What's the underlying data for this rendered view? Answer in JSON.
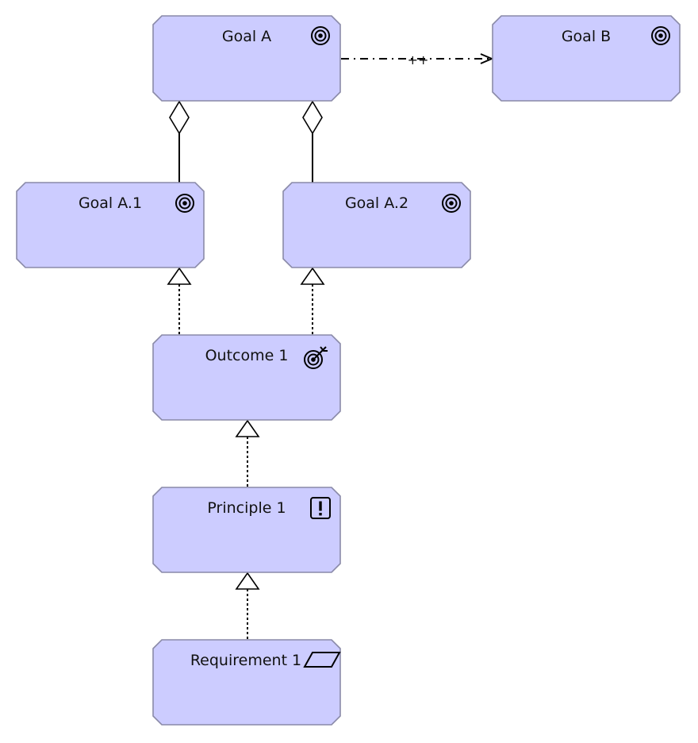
{
  "colors": {
    "node_fill": "#ccccff",
    "node_stroke": "#8a8aa8",
    "line": "#000000"
  },
  "nodes": {
    "goal_a": {
      "label": "Goal A",
      "icon": "goal-icon"
    },
    "goal_b": {
      "label": "Goal B",
      "icon": "goal-icon"
    },
    "goal_a1": {
      "label": "Goal A.1",
      "icon": "goal-icon"
    },
    "goal_a2": {
      "label": "Goal A.2",
      "icon": "goal-icon"
    },
    "outcome_1": {
      "label": "Outcome 1",
      "icon": "outcome-icon"
    },
    "principle_1": {
      "label": "Principle 1",
      "icon": "principle-icon"
    },
    "requirement_1": {
      "label": "Requirement 1",
      "icon": "requirement-icon"
    }
  },
  "edges": {
    "influence": {
      "from": "Goal A",
      "to": "Goal B",
      "type": "influence",
      "label": "++"
    },
    "aggregation_a1": {
      "from": "Goal A",
      "to": "Goal A.1",
      "type": "aggregation"
    },
    "aggregation_a2": {
      "from": "Goal A",
      "to": "Goal A.2",
      "type": "aggregation"
    },
    "realization_outcome_a1": {
      "from": "Outcome 1",
      "to": "Goal A.1",
      "type": "realization"
    },
    "realization_outcome_a2": {
      "from": "Outcome 1",
      "to": "Goal A.2",
      "type": "realization"
    },
    "realization_principle_outcome": {
      "from": "Principle 1",
      "to": "Outcome 1",
      "type": "realization"
    },
    "realization_requirement_principle": {
      "from": "Requirement 1",
      "to": "Principle 1",
      "type": "realization"
    }
  }
}
